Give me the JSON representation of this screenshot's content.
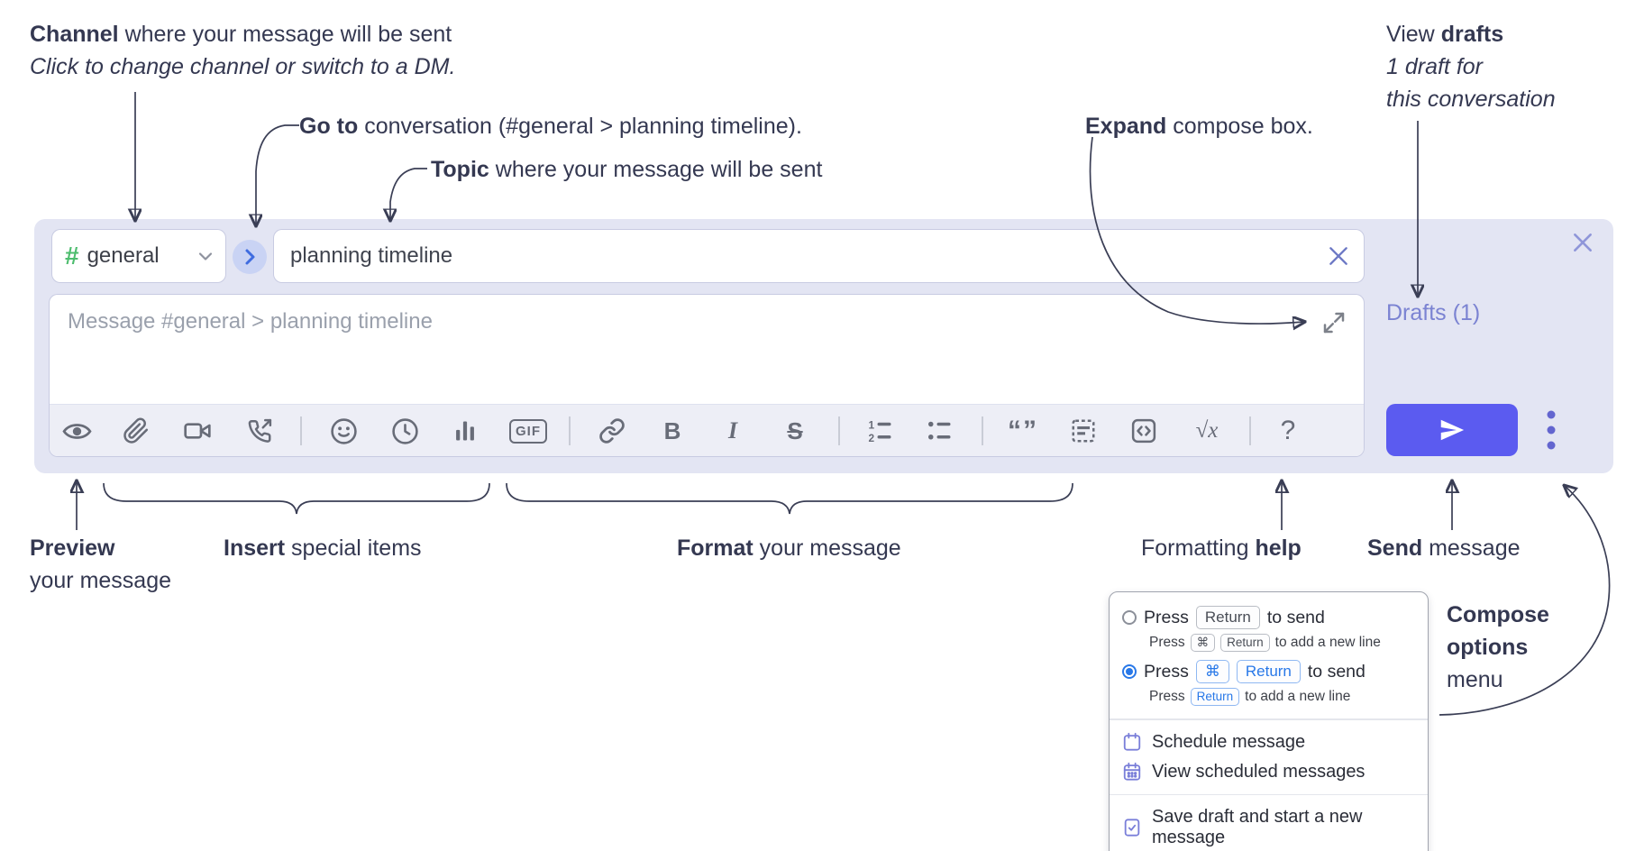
{
  "annotations": {
    "channel_bold": "Channel",
    "channel_rest": " where your message will be sent",
    "channel_line2": "Click to change channel or switch to a DM.",
    "goto_bold": "Go to",
    "goto_rest": " conversation (#general > planning timeline).",
    "topic_bold": "Topic",
    "topic_rest": " where your message will be sent",
    "expand_bold": "Expand",
    "expand_rest": " compose box.",
    "drafts_normal": "View ",
    "drafts_bold": "drafts",
    "drafts_line2": "1 draft for",
    "drafts_line3": "this conversation",
    "preview_bold": "Preview",
    "preview_line2": "your message",
    "insert_bold": "Insert",
    "insert_rest": " special items",
    "format_bold": "Format",
    "format_rest": " your message",
    "help_normal": "Formatting ",
    "help_bold": "help",
    "send_bold": "Send",
    "send_rest": " message",
    "options_line1": "Compose",
    "options_line2": "options",
    "options_line3": "menu"
  },
  "compose": {
    "hash": "#",
    "channel_name": "general",
    "topic_value": "planning timeline",
    "message_placeholder": "Message #general > planning timeline",
    "drafts_link": "Drafts (1)",
    "glyphs": {
      "bold": "B",
      "italic": "I",
      "strike": "S",
      "gif": "GIF",
      "quote": "“”",
      "math": "√x",
      "help": "?"
    }
  },
  "popup": {
    "opt1_pre": "Press",
    "opt1_key": "Return",
    "opt1_post": "to send",
    "opt1_sub_pre": "Press",
    "opt1_sub_key1": "⌘",
    "opt1_sub_key2": "Return",
    "opt1_sub_post": "to add a new line",
    "opt2_pre": "Press",
    "opt2_key1": "⌘",
    "opt2_key2": "Return",
    "opt2_post": "to send",
    "opt2_sub_pre": "Press",
    "opt2_sub_key": "Return",
    "opt2_sub_post": "to add a new line",
    "schedule": "Schedule message",
    "view_scheduled": "View scheduled messages",
    "save_draft": "Save draft and start a new message"
  },
  "colors": {
    "accent_send": "#5b5bf0",
    "lavender_bg": "#e3e5f3",
    "periwinkle_link": "#7b83d2",
    "hash_green": "#4dbd6e",
    "radio_blue": "#2878e8",
    "annotation_ink": "#343851",
    "icon_gray": "#686c78"
  }
}
